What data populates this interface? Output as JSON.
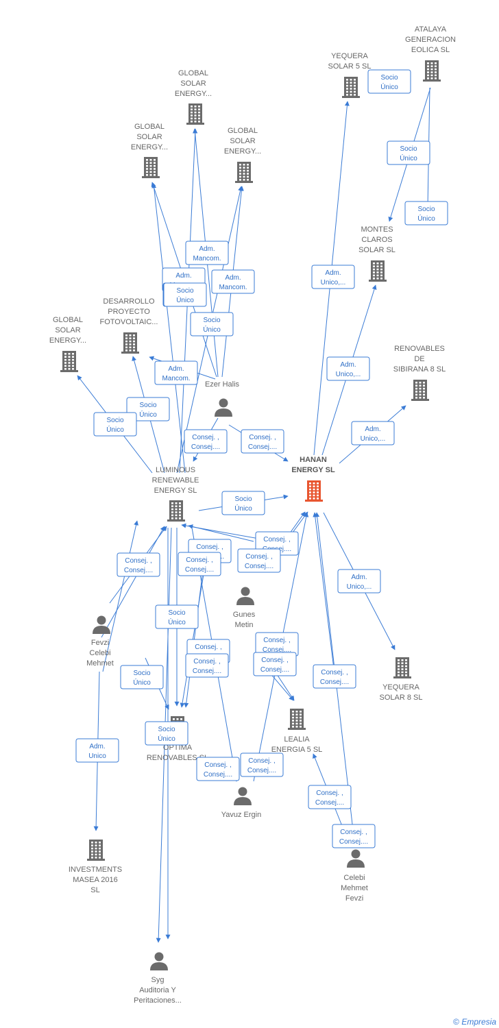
{
  "colors": {
    "company": "#6b6b6b",
    "main": "#e8552f",
    "person": "#6b6b6b",
    "edge": "#3a7bd5",
    "label_text": "#666666"
  },
  "nodes": [
    {
      "id": "atalaya",
      "type": "company",
      "lines": [
        "ATALAYA",
        "GENERACION",
        "EOLICA  SL"
      ]
    },
    {
      "id": "yequera5",
      "type": "company",
      "lines": [
        "YEQUERA",
        "SOLAR 5  SL"
      ]
    },
    {
      "id": "gse1",
      "type": "company",
      "lines": [
        "GLOBAL",
        "SOLAR",
        "ENERGY..."
      ]
    },
    {
      "id": "gse2",
      "type": "company",
      "lines": [
        "GLOBAL",
        "SOLAR",
        "ENERGY..."
      ]
    },
    {
      "id": "gse3",
      "type": "company",
      "lines": [
        "GLOBAL",
        "SOLAR",
        "ENERGY..."
      ]
    },
    {
      "id": "gse4",
      "type": "company",
      "lines": [
        "GLOBAL",
        "SOLAR",
        "ENERGY..."
      ]
    },
    {
      "id": "montes",
      "type": "company",
      "lines": [
        "MONTES",
        "CLAROS",
        "SOLAR  SL"
      ]
    },
    {
      "id": "desarrollo",
      "type": "company",
      "lines": [
        "DESARROLLO",
        "PROYECTO",
        "FOTOVOLTAIC..."
      ]
    },
    {
      "id": "sibirana",
      "type": "company",
      "lines": [
        "RENOVABLES",
        "DE",
        "SIBIRANA 8  SL"
      ]
    },
    {
      "id": "ezer",
      "type": "person",
      "lines": [
        "Ezer Halis"
      ]
    },
    {
      "id": "hanan",
      "type": "main",
      "lines": [
        "HANAN",
        "ENERGY  SL"
      ]
    },
    {
      "id": "luminous",
      "type": "company",
      "lines": [
        "LUMINOUS",
        "RENEWABLE",
        "ENERGY  SL"
      ]
    },
    {
      "id": "gunes",
      "type": "person",
      "lines": [
        "Gunes",
        "Metin"
      ]
    },
    {
      "id": "fevzi",
      "type": "person",
      "lines": [
        "Fevzi",
        "Celebi",
        "Mehmet"
      ]
    },
    {
      "id": "yequera8",
      "type": "company",
      "lines": [
        "YEQUERA",
        "SOLAR 8  SL"
      ]
    },
    {
      "id": "optima",
      "type": "company",
      "lines": [
        "OPTIMA",
        "RENOVABLES SL"
      ]
    },
    {
      "id": "lealia",
      "type": "company",
      "lines": [
        "LEALIA",
        "ENERGIA 5  SL"
      ]
    },
    {
      "id": "yavuz",
      "type": "person",
      "lines": [
        "Yavuz Ergin"
      ]
    },
    {
      "id": "investments",
      "type": "company",
      "lines": [
        "INVESTMENTS",
        "MASEA 2016",
        "SL"
      ]
    },
    {
      "id": "celebi",
      "type": "person",
      "lines": [
        "Celebi",
        "Mehmet",
        "Fevzi"
      ]
    },
    {
      "id": "syg",
      "type": "person",
      "lines": [
        "Syg",
        "Auditoria Y",
        "Peritaciones..."
      ]
    }
  ],
  "edges": [
    {
      "label": [
        "Socio",
        "Único"
      ]
    },
    {
      "label": [
        "Socio",
        "Único"
      ]
    },
    {
      "label": [
        "Socio",
        "Único"
      ]
    },
    {
      "label": [
        "Adm.",
        "Unico,..."
      ]
    },
    {
      "label": [
        "Adm.",
        "Unico,..."
      ]
    },
    {
      "label": [
        "Adm.",
        "Unico,..."
      ]
    },
    {
      "label": [
        "Adm.",
        "Unico,..."
      ]
    },
    {
      "label": [
        "Adm.",
        "Mancom."
      ]
    },
    {
      "label": [
        "Adm.",
        "Mancom."
      ]
    },
    {
      "label": [
        "Adm.",
        "Mancom."
      ]
    },
    {
      "label": [
        "Socio",
        "Único"
      ]
    },
    {
      "label": [
        "Socio",
        "Único"
      ]
    },
    {
      "label": [
        "Socio",
        "Único"
      ]
    },
    {
      "label": [
        "Adm.",
        "Mancom."
      ]
    },
    {
      "label": [
        "Socio",
        "Único"
      ]
    },
    {
      "label": [
        "Socio",
        "Único"
      ]
    },
    {
      "label": [
        "Consej. ,",
        "Consej...."
      ]
    },
    {
      "label": [
        "Consej. ,",
        "Consej...."
      ]
    },
    {
      "label": [
        "Socio",
        "Único"
      ]
    },
    {
      "label": [
        "Consej. ,",
        "Consej...."
      ]
    },
    {
      "label": [
        "Consej. ,",
        "Consej...."
      ]
    },
    {
      "label": [
        "Consej. ,",
        "Consej...."
      ]
    },
    {
      "label": [
        "Consej. ,",
        "Consej...."
      ]
    },
    {
      "label": [
        "Consej. ,",
        "Consej...."
      ]
    },
    {
      "label": [
        "Socio",
        "Único"
      ]
    },
    {
      "label": [
        "Consej. ,",
        "Consej...."
      ]
    },
    {
      "label": [
        "Consej. ,",
        "Consej...."
      ]
    },
    {
      "label": [
        "Consej. ,",
        "Consej...."
      ]
    },
    {
      "label": [
        "Consej. ,",
        "Consej...."
      ]
    },
    {
      "label": [
        "Consej. ,",
        "Consej...."
      ]
    },
    {
      "label": [
        "Socio",
        "Único"
      ]
    },
    {
      "label": [
        "Consej. ,",
        "Consej...."
      ]
    },
    {
      "label": [
        "Socio",
        "Único"
      ]
    },
    {
      "label": [
        "Consej. ,",
        "Consej...."
      ]
    },
    {
      "label": [
        "Consej. ,",
        "Consej...."
      ]
    },
    {
      "label": [
        "Consej. ,",
        "Consej...."
      ]
    },
    {
      "label": [
        "Adm.",
        "Unico"
      ]
    },
    {
      "label": []
    },
    {
      "label": []
    },
    {
      "label": []
    }
  ],
  "footer": {
    "copyright_symbol": "©",
    "brand": "Empresia"
  }
}
